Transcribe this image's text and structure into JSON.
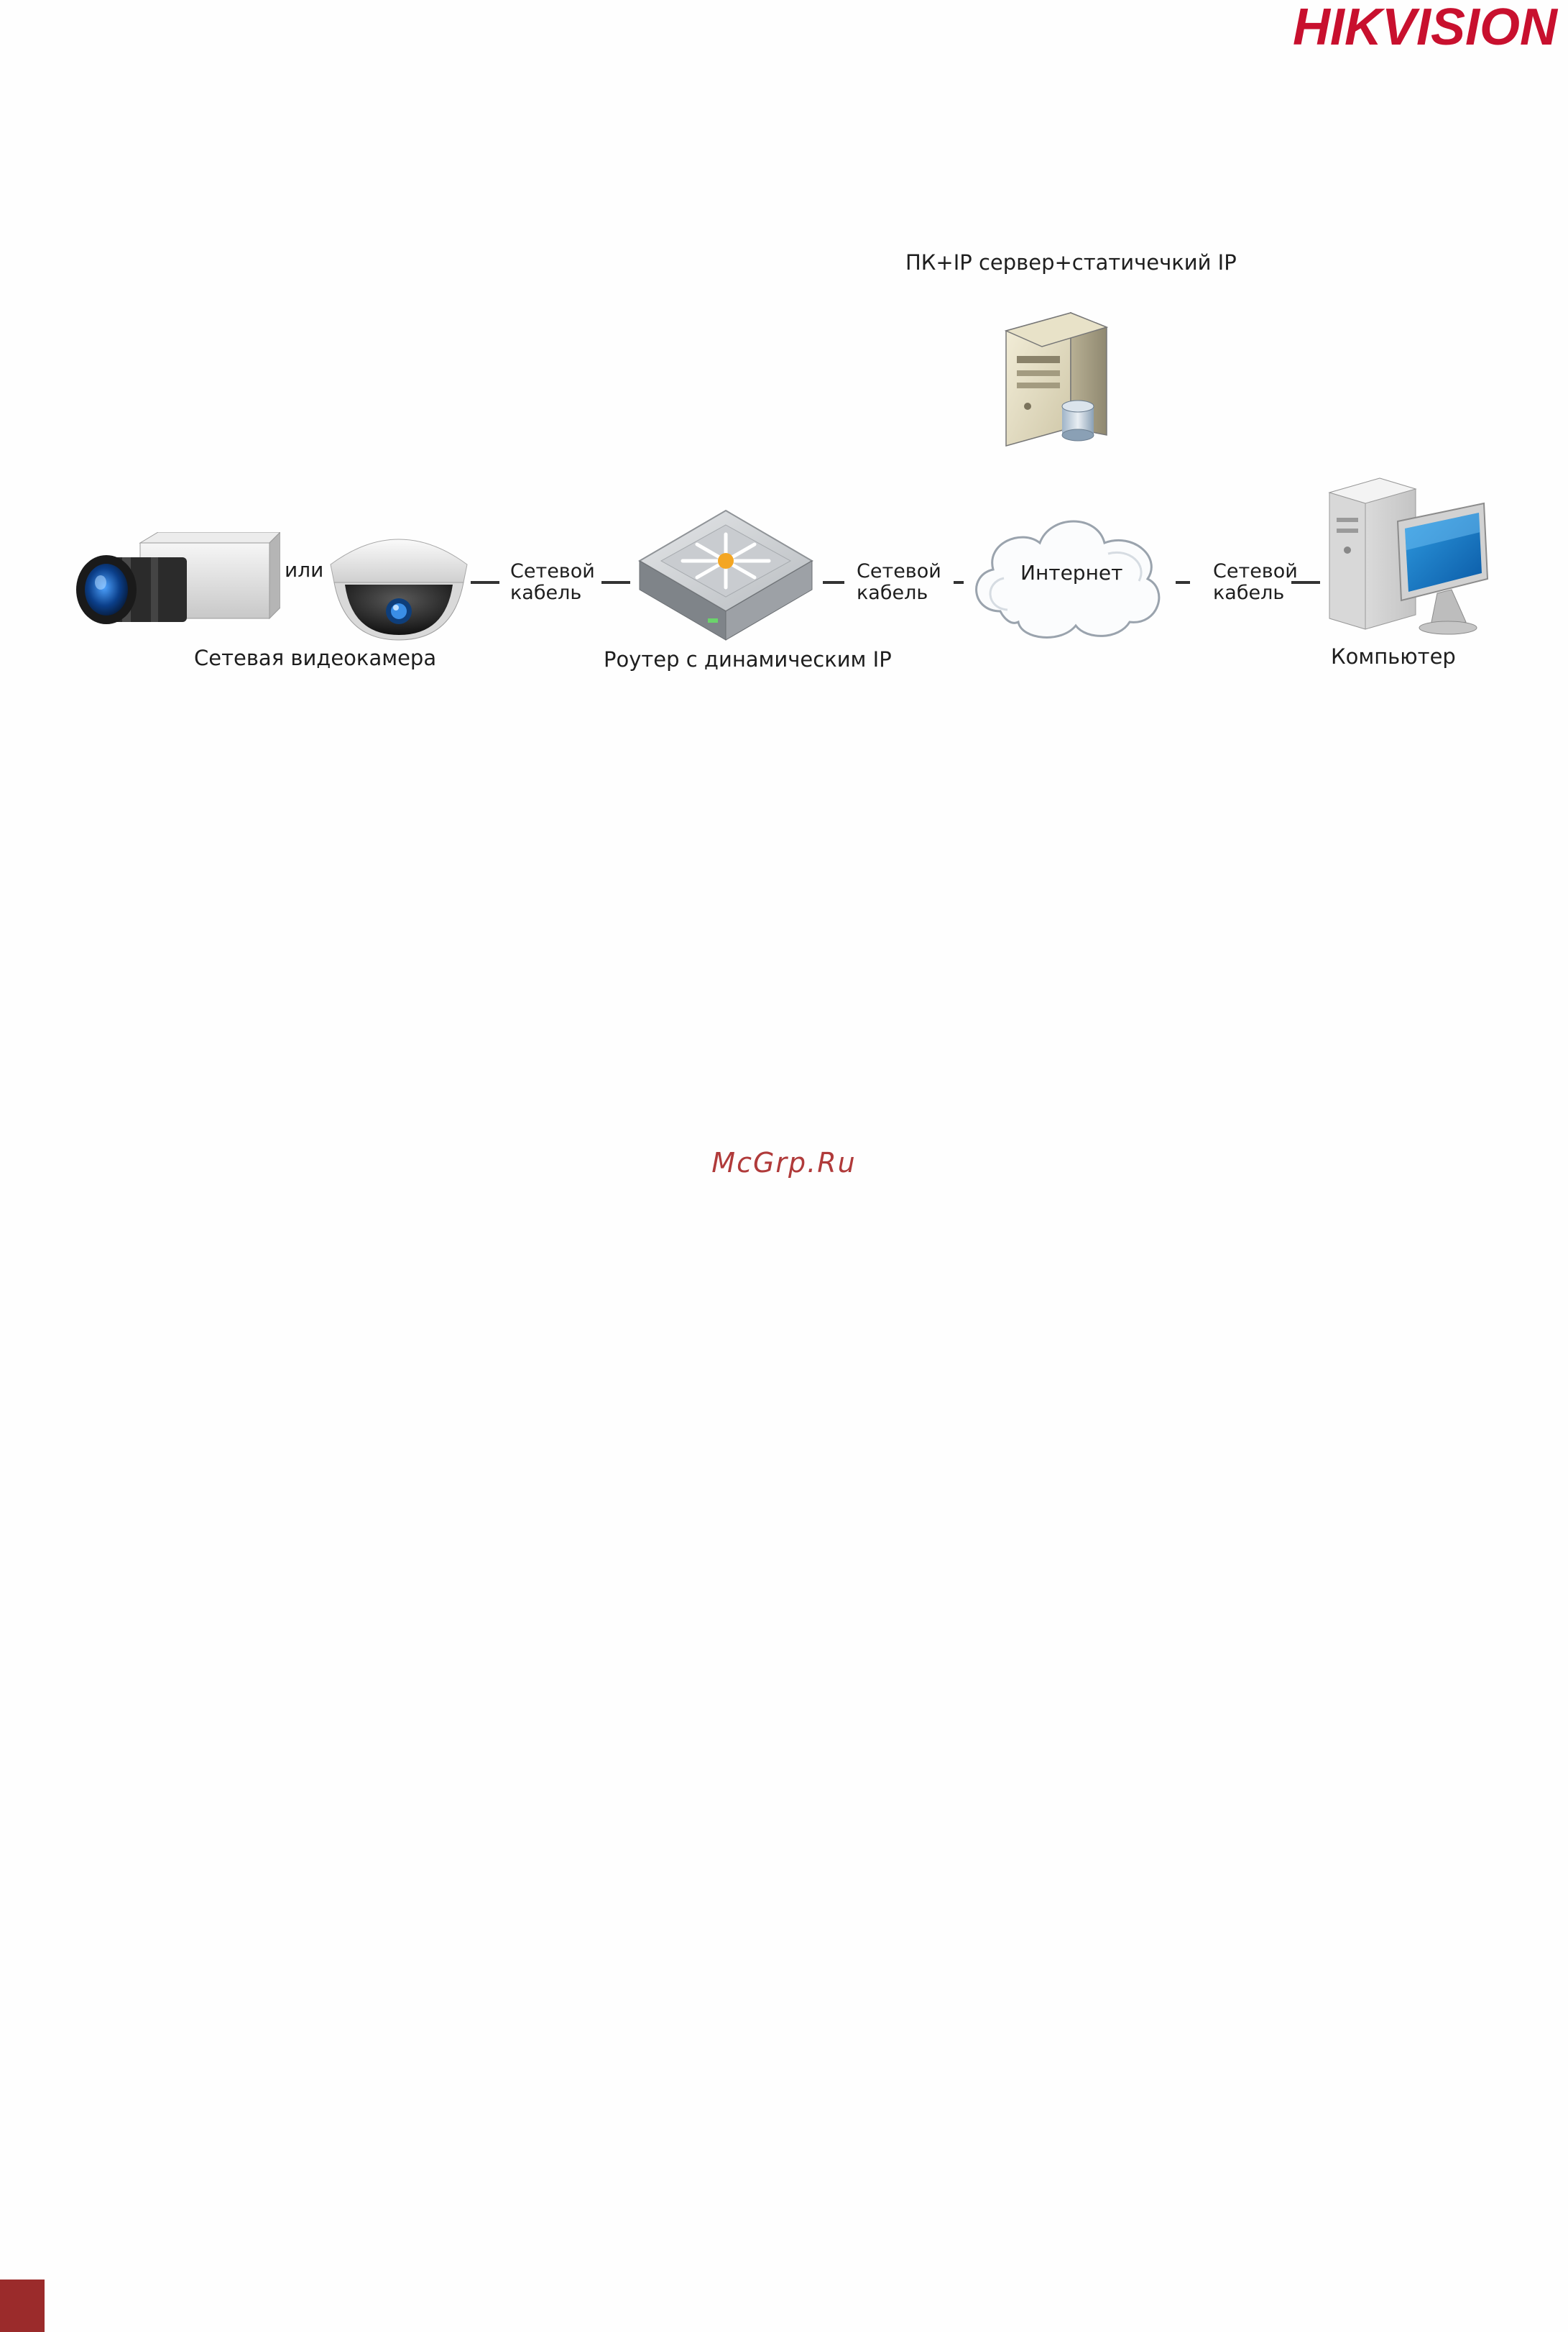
{
  "header": {
    "logo_text": "HIKVISION",
    "logo_color": "#c8102e"
  },
  "diagram": {
    "server_label": "ПК+IP сервер+статичечкий IP",
    "or_label": "или",
    "camera_label": "Сетевая видеокамера",
    "cable1_line1": "Сетевой",
    "cable1_line2": "кабель",
    "router_label": "Роутер с динамическим IP",
    "cable2_line1": "Сетевой",
    "cable2_line2": "кабель",
    "internet_label": "Интернет",
    "cable3_line1": "Сетевой",
    "cable3_line2": "кабель",
    "computer_label": "Компьютер"
  },
  "footer": {
    "watermark": "McGrp.Ru",
    "corner_color": "#9b2b2b"
  }
}
